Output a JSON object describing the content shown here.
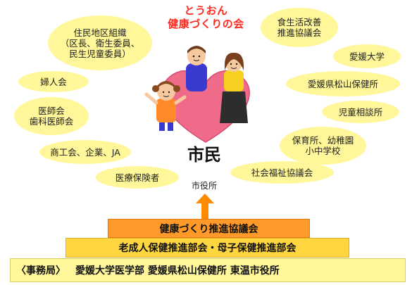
{
  "title": "とうおん\n健康づくりの会",
  "center_label": "市民",
  "bubbles": [
    {
      "id": "residents",
      "text": "住民地区組織\n（区長、衛生委員、\n民生児童委員）"
    },
    {
      "id": "diet",
      "text": "食生活改善\n推進協議会"
    },
    {
      "id": "ehime-univ",
      "text": "愛媛大学"
    },
    {
      "id": "womens",
      "text": "婦人会"
    },
    {
      "id": "health-center",
      "text": "愛媛県松山保健所"
    },
    {
      "id": "doctors",
      "text": "医師会\n歯科医師会"
    },
    {
      "id": "child-consult",
      "text": "児童相談所"
    },
    {
      "id": "schools",
      "text": "保育所、幼稚園\n小中学校"
    },
    {
      "id": "commerce",
      "text": "商工会、企業、JA"
    },
    {
      "id": "welfare",
      "text": "社会福祉協議会"
    },
    {
      "id": "insurer",
      "text": "医療保険者"
    }
  ],
  "city_hall": "市役所",
  "tiers": {
    "top": "健康づくり推進協議会",
    "middle": "老成人保健推進部会・母子保健推進部会",
    "bottom_office": "〈事務局〉",
    "bottom_members": "愛媛大学医学部 愛媛県松山保健所 東温市役所"
  },
  "colors": {
    "bubble": "#fff799",
    "title": "#ff2a1f",
    "arrow": "#ff8a00",
    "tier_top": "#ff9a2a",
    "tier_middle": "#ffd640",
    "tier_bottom": "#fff799",
    "heart": "#f06a8a"
  },
  "icons": {
    "arrow": "up-arrow-icon",
    "family": "family-heart-illustration"
  }
}
